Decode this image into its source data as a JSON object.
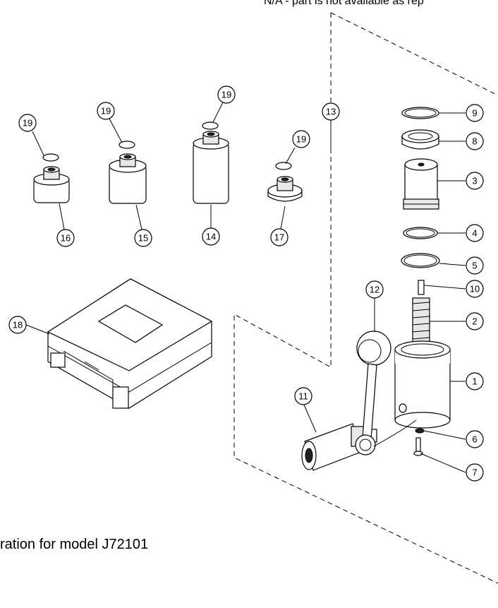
{
  "header_note": "N/A - part is not available as rep",
  "caption": "ration for model J72101",
  "callouts": {
    "c1": "1",
    "c2": "2",
    "c3": "3",
    "c4": "4",
    "c5": "5",
    "c6": "6",
    "c7": "7",
    "c8": "8",
    "c9": "9",
    "c10": "10",
    "c11": "11",
    "c12": "12",
    "c13": "13",
    "c14": "14",
    "c15": "15",
    "c16": "16",
    "c17": "17",
    "c18": "18",
    "c19a": "19",
    "c19b": "19",
    "c19c": "19",
    "c19d": "19"
  }
}
